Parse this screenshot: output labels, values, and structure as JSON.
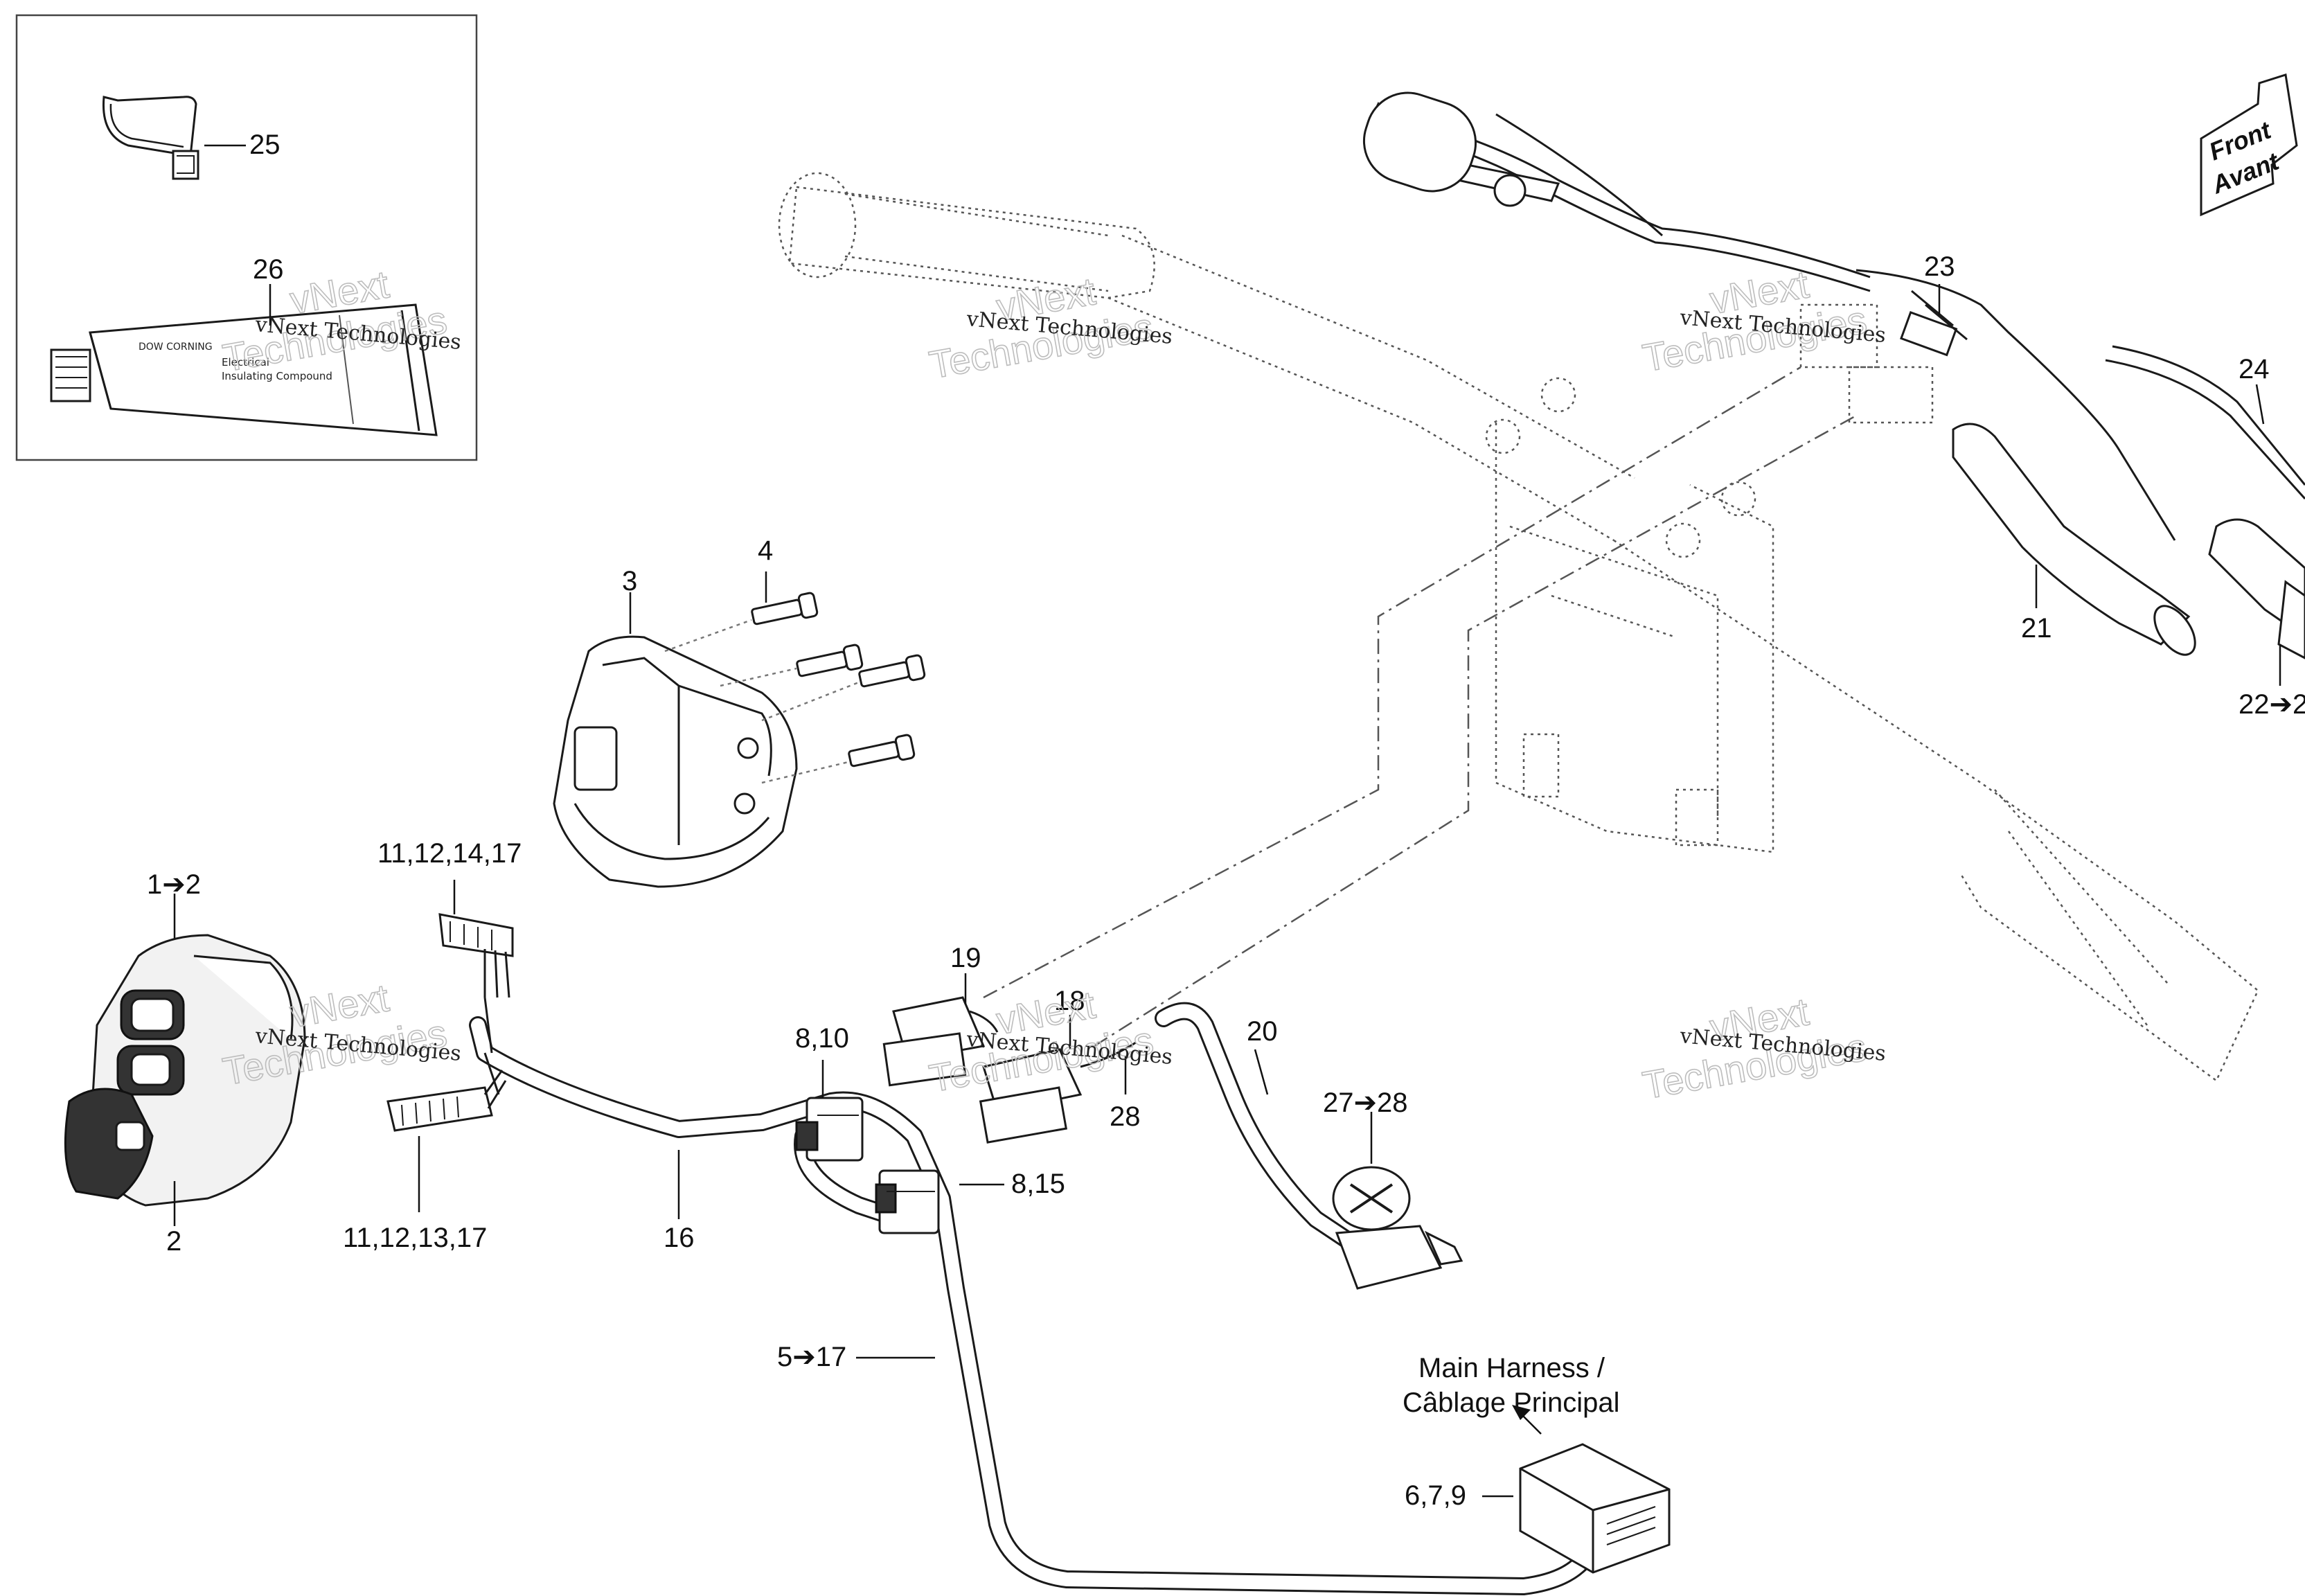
{
  "callouts": {
    "c25": "25",
    "c26": "26",
    "c4": "4",
    "c3": "3",
    "c1to2": "1➔2",
    "c2": "2",
    "c11_12_14_17": "11,12,14,17",
    "c11_12_13_17": "11,12,13,17",
    "c16": "16",
    "c8_10": "8,10",
    "c8_15": "8,15",
    "c5to17": "5➔17",
    "c19": "19",
    "c18": "18",
    "c28": "28",
    "c20": "20",
    "c27to28": "27➔28",
    "c23": "23",
    "c24": "24",
    "c21": "21",
    "c22to2": "22➔2",
    "c6_7_9": "6,7,9"
  },
  "labels": {
    "main_harness_en": "Main Harness /",
    "main_harness_fr": "Câblage Principal",
    "front_en": "Front",
    "front_fr": "Avant",
    "tube_brand": "DOW CORNING",
    "tube_text_1": "Electrical",
    "tube_text_2": "Insulating Compound"
  },
  "watermark": {
    "line1": "vNext Technologies",
    "outline1": "vNext",
    "outline2": "Technologies"
  }
}
